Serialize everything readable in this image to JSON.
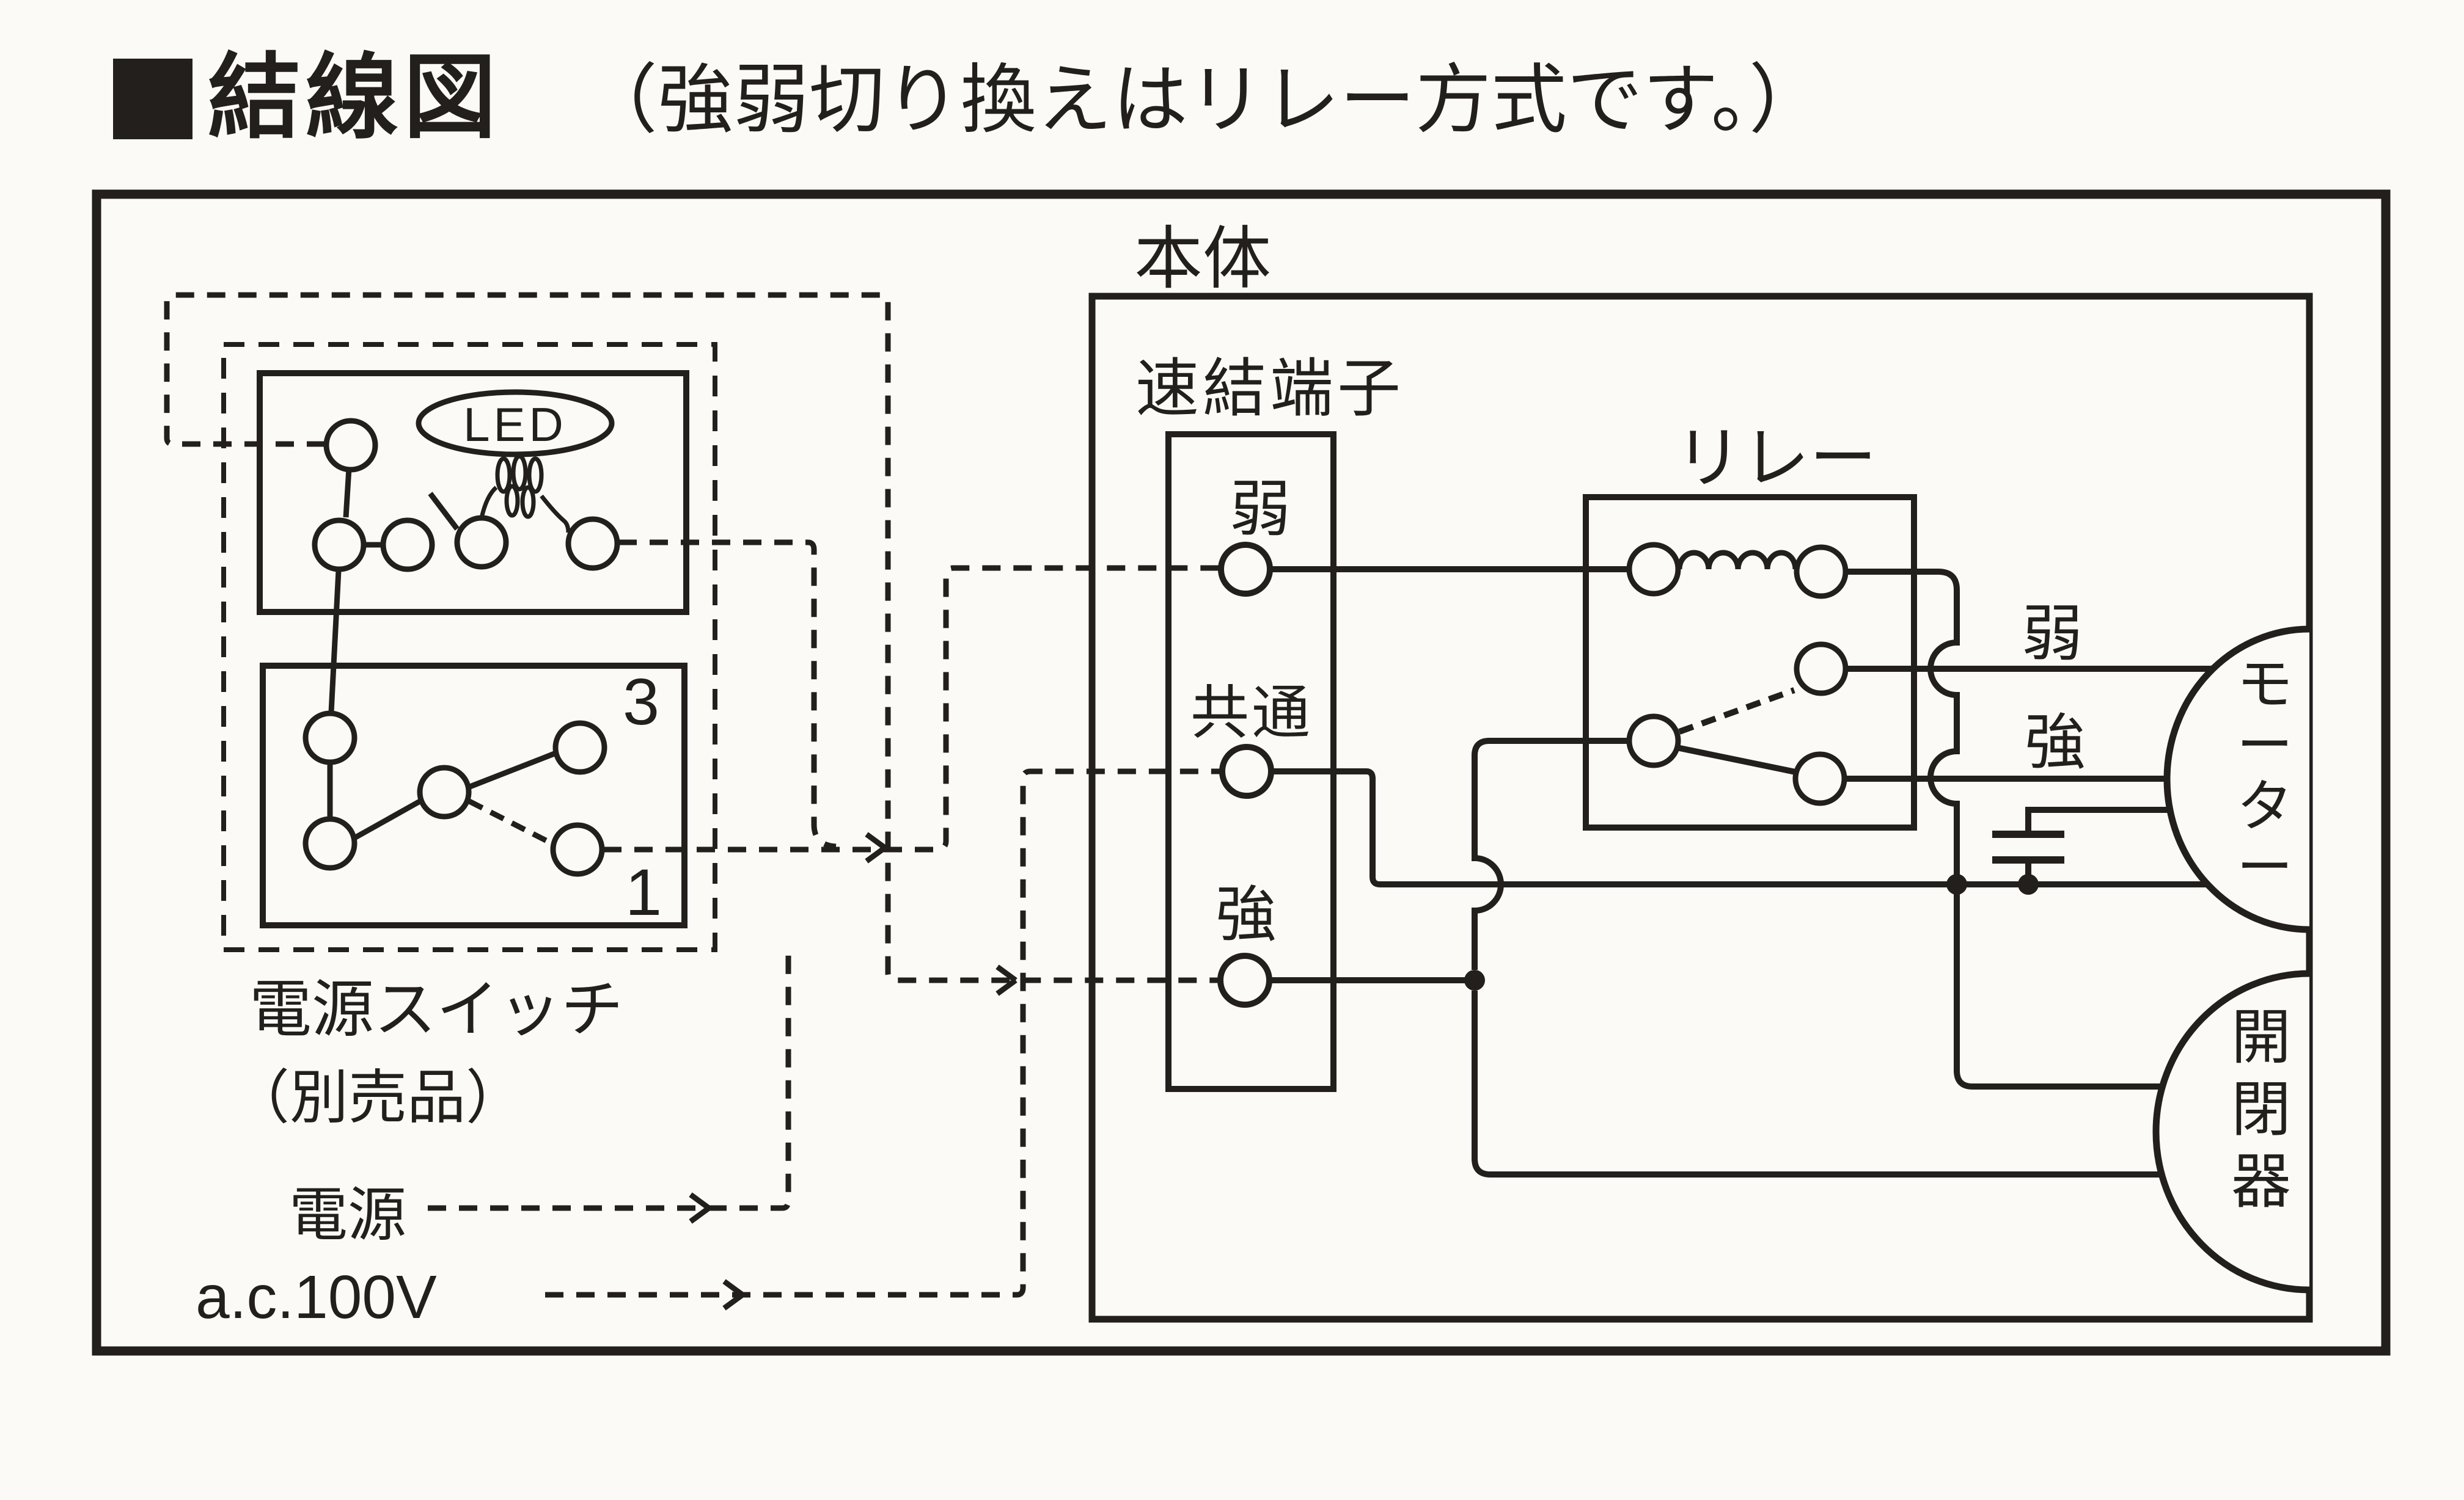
{
  "title": {
    "heading": "結線図",
    "note": "（強弱切り換えはリレー方式です。）"
  },
  "body_unit": {
    "label": "本体",
    "quick_terminal_label": "速結端子",
    "terminals": {
      "weak": "弱",
      "common": "共通",
      "strong": "強"
    },
    "relay_label": "リレー",
    "motor_taps": {
      "weak": "弱",
      "strong": "強"
    },
    "motor_label": "モーター",
    "breaker_label": "開閉器"
  },
  "power_switch": {
    "label_line1": "電源スイッチ",
    "label_line2": "（別売品）",
    "led_label": "LED",
    "contact_3": "3",
    "contact_1": "1"
  },
  "power_source": {
    "label": "電源",
    "voltage": "a.c.100V"
  },
  "colors": {
    "ink": "#221f1d",
    "paper": "#fbfaf6"
  }
}
